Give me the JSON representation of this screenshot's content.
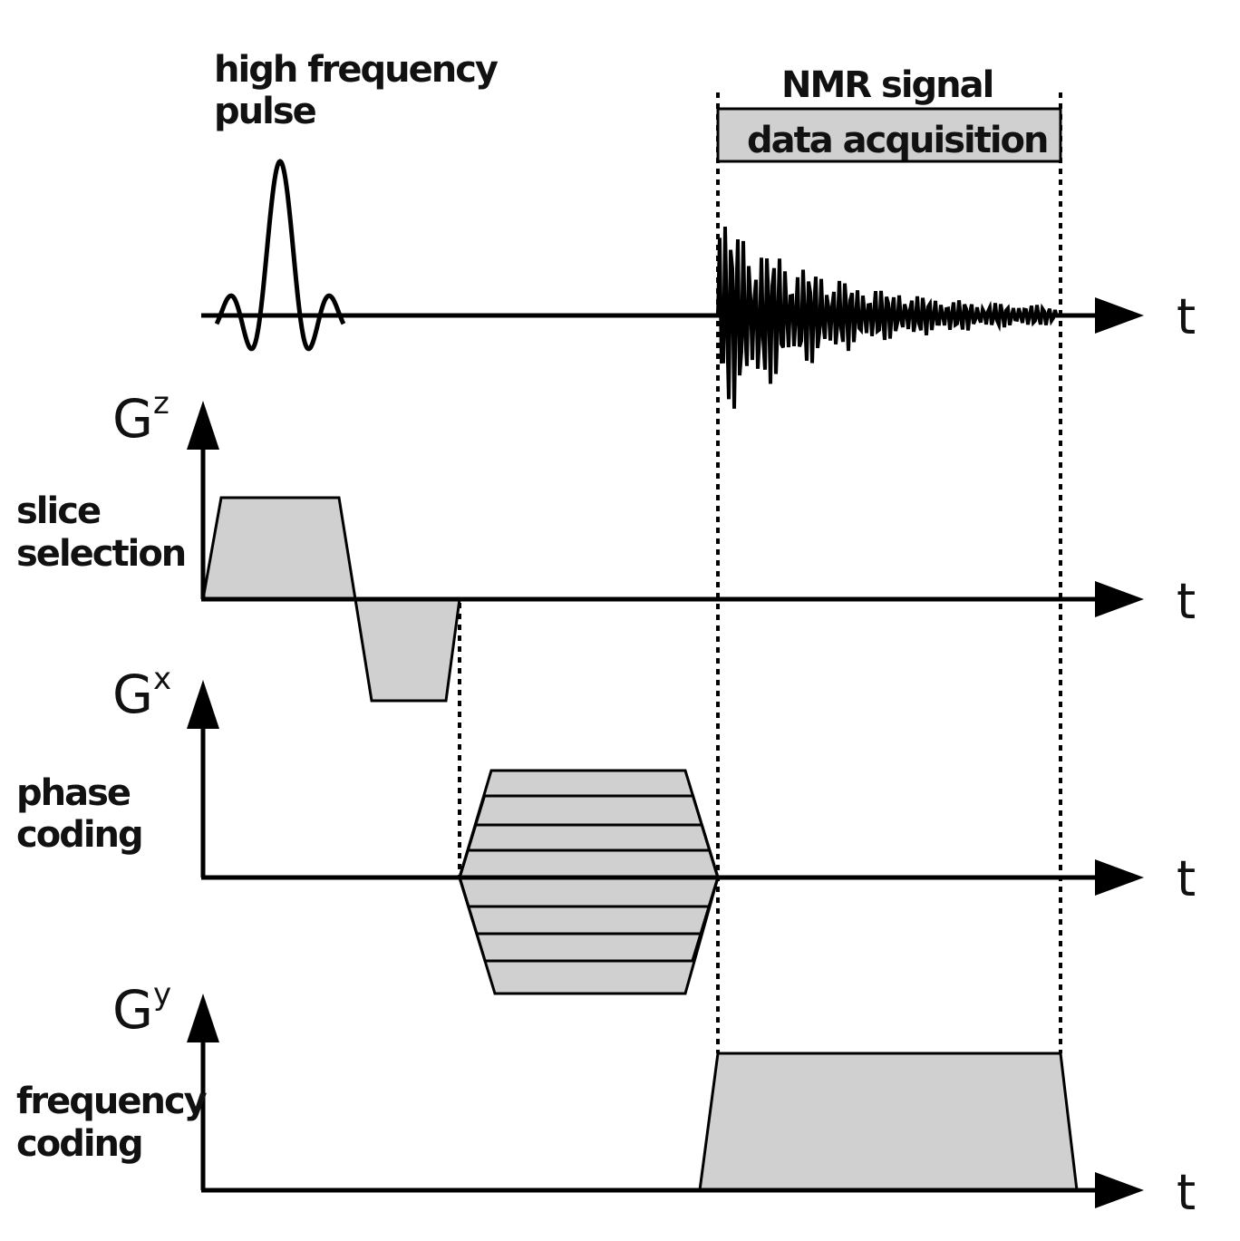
{
  "labels": {
    "hf_pulse_line1": "high frequency",
    "hf_pulse_line2": "pulse",
    "nmr_signal": "NMR signal",
    "data_acquisition": "data acquisition",
    "slice_line1": "slice",
    "slice_line2": "selection",
    "phase_line1": "phase",
    "phase_line2": "coding",
    "freq_line1": "frequency",
    "freq_line2": "coding"
  },
  "axes": {
    "time_label": "t",
    "gz_base": "G",
    "gz_sup": "z",
    "gx_base": "G",
    "gx_sup": "x",
    "gy_base": "G",
    "gy_sup": "y"
  },
  "colors": {
    "fill": "#d0d0d0",
    "stroke": "#000000"
  }
}
